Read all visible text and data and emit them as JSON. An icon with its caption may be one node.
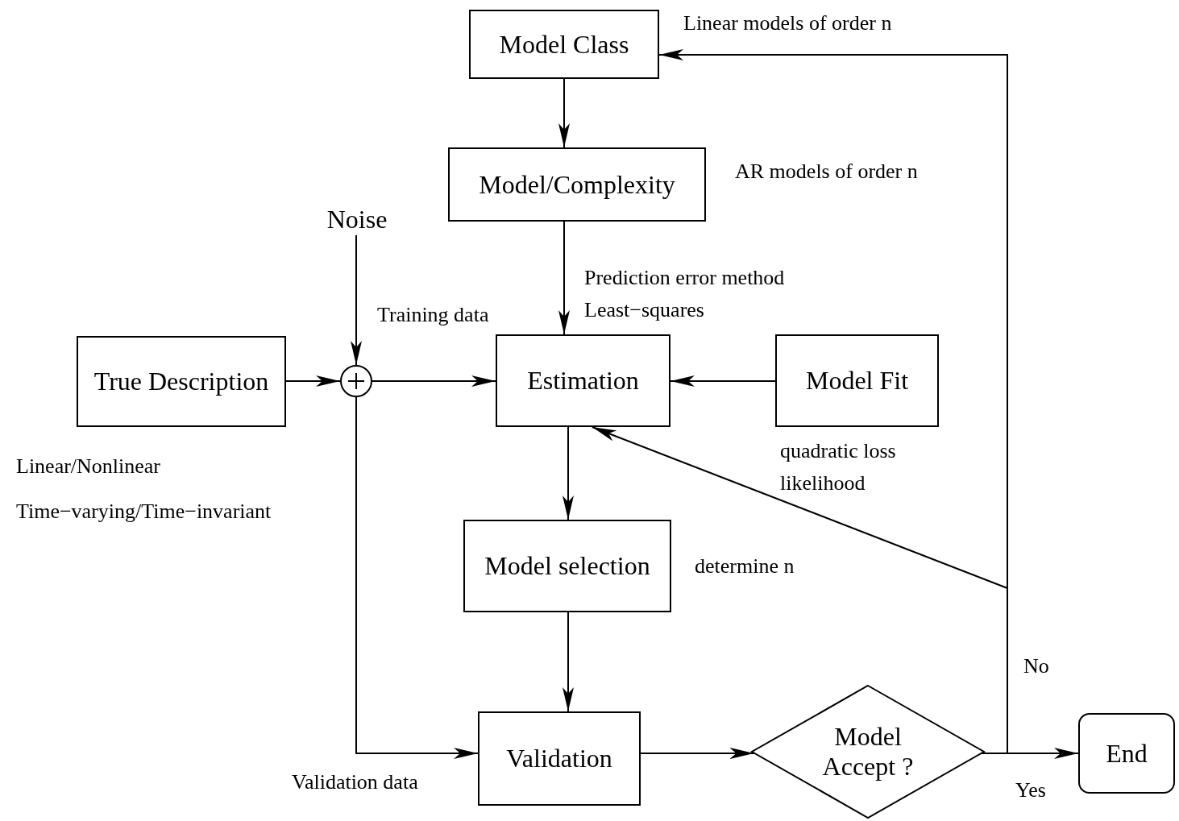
{
  "diagram": {
    "nodes": [
      {
        "text": [
          "Model Class"
        ]
      },
      {
        "text": [
          "Model/Complexity"
        ]
      },
      {
        "text": [
          "Noise"
        ]
      },
      {
        "text": [
          "True Description"
        ]
      },
      {
        "text": [],
        "shape": "circle"
      },
      {
        "text": [
          "Estimation"
        ]
      },
      {
        "text": [
          "Model Fit"
        ]
      },
      {
        "text": [
          "Model selection"
        ]
      },
      {
        "text": [
          "Validation"
        ]
      },
      {
        "text": [
          "Model Accept ?"
        ]
      },
      {
        "text": [
          "End"
        ]
      }
    ],
    "edges": [
      {
        "from": 0,
        "to": 1,
        "arrow": "to"
      },
      {
        "from": 1,
        "to": 5,
        "arrow": "to"
      },
      {
        "from": 2,
        "to": 4,
        "arrow": "to"
      },
      {
        "from": 3,
        "to": 4,
        "arrow": "to"
      },
      {
        "from": 4,
        "to": 5,
        "arrow": "to",
        "label": "Training data"
      },
      {
        "from": 6,
        "to": 5,
        "arrow": "to"
      },
      {
        "from": 5,
        "to": 7,
        "arrow": "to"
      },
      {
        "from": 7,
        "to": 8,
        "arrow": "to"
      },
      {
        "from": 4,
        "to": 8,
        "arrow": "to",
        "label": "Validation data"
      },
      {
        "from": 8,
        "to": 9,
        "arrow": "to"
      },
      {
        "from": 9,
        "to": 10,
        "arrow": "to",
        "label": "Yes"
      },
      {
        "from": 9,
        "to": 0,
        "arrow": "to",
        "label": "No"
      },
      {
        "from": 9,
        "to": 5,
        "arrow": "to"
      }
    ],
    "labels": [
      "Linear models of order n",
      "AR models of order n",
      "Prediction error method",
      "Least−squares",
      "Linear/Nonlinear",
      "Time−varying/Time−invariant",
      "quadratic loss",
      "likelihood",
      "determine n"
    ]
  }
}
